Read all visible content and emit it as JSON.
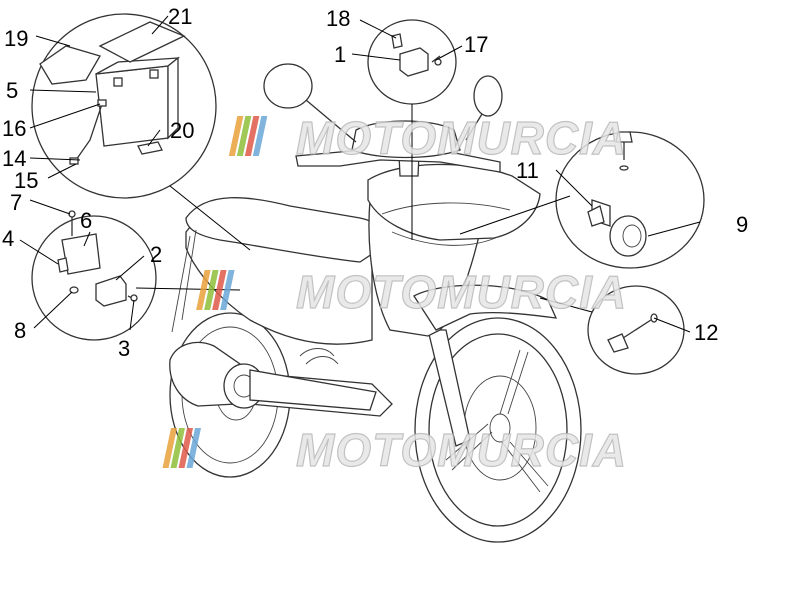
{
  "watermark": "MOTOMURCIA",
  "watermark_colors": [
    "#e9a13a",
    "#8fbf3a",
    "#e05a4a",
    "#6aa8d8"
  ],
  "callouts": {
    "c1": "1",
    "c2": "2",
    "c3": "3",
    "c4": "4",
    "c5": "5",
    "c6": "6",
    "c7": "7",
    "c8": "8",
    "c9": "9",
    "c11": "11",
    "c12": "12",
    "c14": "14",
    "c15": "15",
    "c16": "16",
    "c17": "17",
    "c18": "18",
    "c19": "19",
    "c20": "20",
    "c21": "21"
  },
  "icons": {
    "battery": "battery-icon",
    "horn": "horn-icon",
    "relay": "relay-icon",
    "scooter": "scooter-illustration"
  }
}
